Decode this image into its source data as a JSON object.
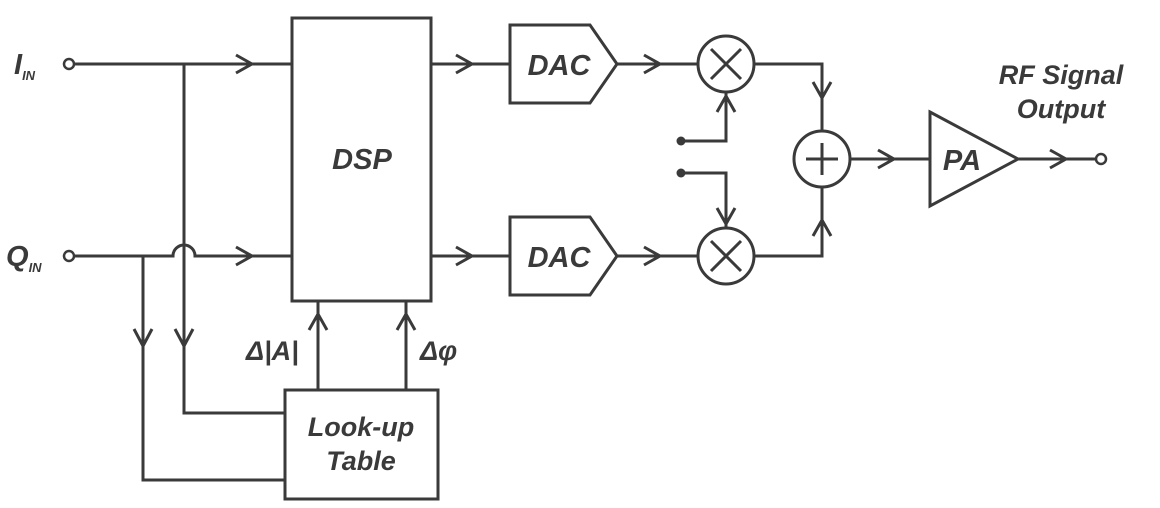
{
  "inputs": {
    "i_main": "I",
    "i_sub": "IN",
    "q_main": "Q",
    "q_sub": "IN"
  },
  "blocks": {
    "dsp": "DSP",
    "dac_top": "DAC",
    "dac_bottom": "DAC",
    "pa": "PA",
    "lut_line1": "Look-up",
    "lut_line2": "Table"
  },
  "labels": {
    "delta_amplitude": "Δ|A|",
    "delta_phase": "Δφ",
    "output_line1": "RF Signal",
    "output_line2": "Output"
  },
  "symbols": {
    "mixer": "×",
    "summer": "+"
  },
  "colors": {
    "ink": "#3a3a3a",
    "background": "#ffffff"
  }
}
